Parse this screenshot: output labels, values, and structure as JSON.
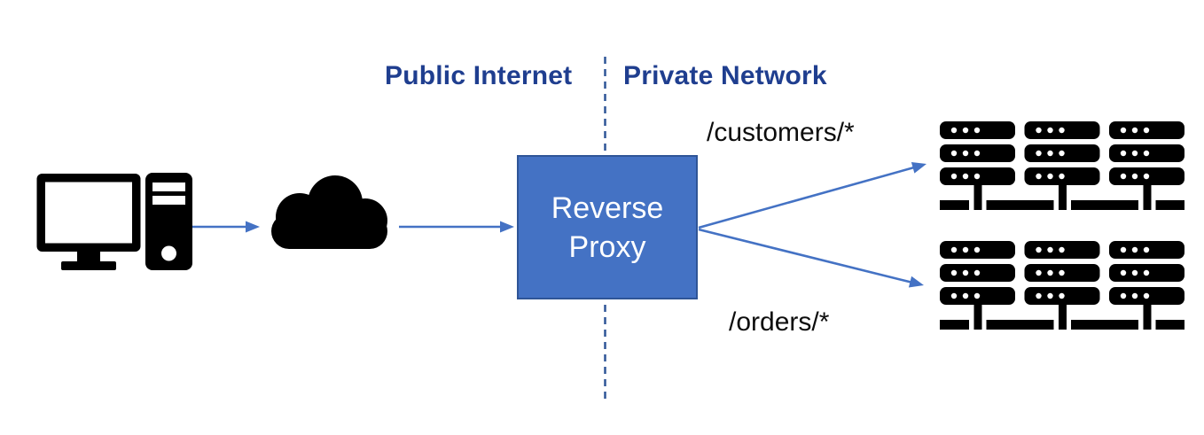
{
  "zones": {
    "public_label": "Public Internet",
    "private_label": "Private Network"
  },
  "proxy": {
    "line1": "Reverse",
    "line2": "Proxy"
  },
  "routes": {
    "customers_path": "/customers/*",
    "orders_path": "/orders/*"
  },
  "icons": {
    "client": "desktop-computer-icon",
    "internet": "cloud-icon",
    "customers_backend": "server-cluster-icon",
    "orders_backend": "server-cluster-icon"
  },
  "colors": {
    "accent_blue": "#4472C4",
    "box_border_blue": "#2F5597",
    "label_blue": "#1F3E8F",
    "divider_blue": "#2F5597",
    "icon_black": "#000000",
    "proxy_text_white": "#FFFFFF",
    "route_text_black": "#0D0D0D",
    "background_white": "#FFFFFF"
  }
}
